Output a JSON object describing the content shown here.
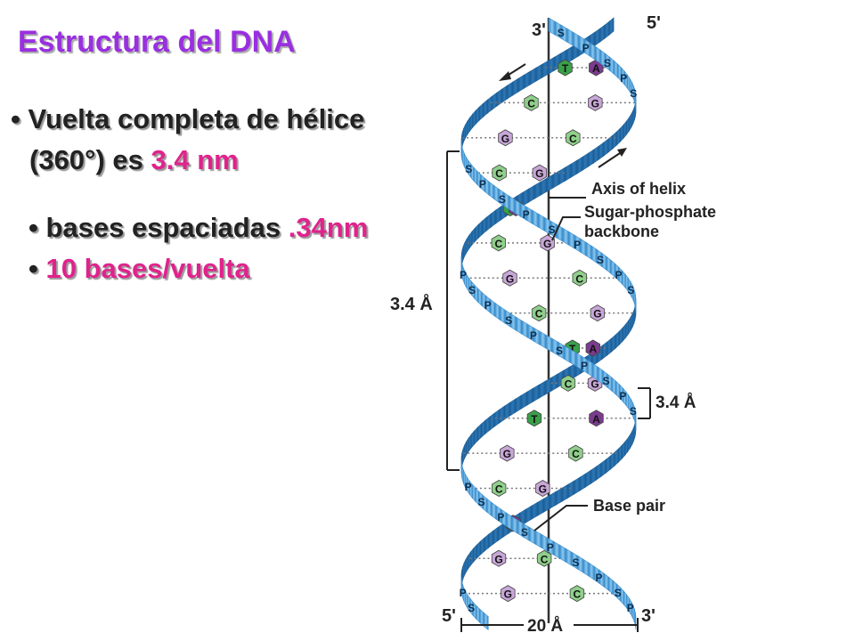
{
  "title": "Estructura del DNA",
  "bullets": {
    "b1_line1": "Vuelta completa de hélice",
    "b1_line2_pre": "(360°) es",
    "b1_line2_value": "3.4 nm",
    "b2_pre": "bases espaciadas",
    "b2_value": ".34nm",
    "b3": "10 bases/vuelta"
  },
  "figure": {
    "strand_end_top_left": "3'",
    "strand_end_top_right": "5'",
    "strand_end_bottom_left": "5'",
    "strand_end_bottom_right": "3'",
    "label_axis": "Axis of helix",
    "label_backbone_1": "Sugar-phosphate",
    "label_backbone_2": "backbone",
    "label_base_pair": "Base pair",
    "dim_turn": "3.4 Å",
    "dim_base_spacing": "3.4 Å",
    "dim_diameter": "20 Å",
    "letters": {
      "sugar": "S",
      "phosphate": "P"
    },
    "base_pairs_top_to_bottom": [
      [
        "T",
        "A"
      ],
      [
        "C",
        "G"
      ],
      [
        "G",
        "C"
      ],
      [
        "C",
        "G"
      ],
      [
        "T",
        "A"
      ],
      [
        "C",
        "G"
      ],
      [
        "G",
        "C"
      ],
      [
        "C",
        "G"
      ],
      [
        "T",
        "A"
      ],
      [
        "C",
        "G"
      ],
      [
        "T",
        "A"
      ],
      [
        "G",
        "C"
      ],
      [
        "C",
        "G"
      ],
      [
        "T",
        "A"
      ],
      [
        "G",
        "C"
      ],
      [
        "G",
        "C"
      ]
    ],
    "colors": {
      "strand": "#3b8fd0",
      "strand_dark": "#1e5f97",
      "purine_A": "#7a3c8c",
      "pyrimidine_T": "#3aa04a",
      "cytosine": "#8fcf8a",
      "guanine": "#c8a6d8"
    }
  }
}
